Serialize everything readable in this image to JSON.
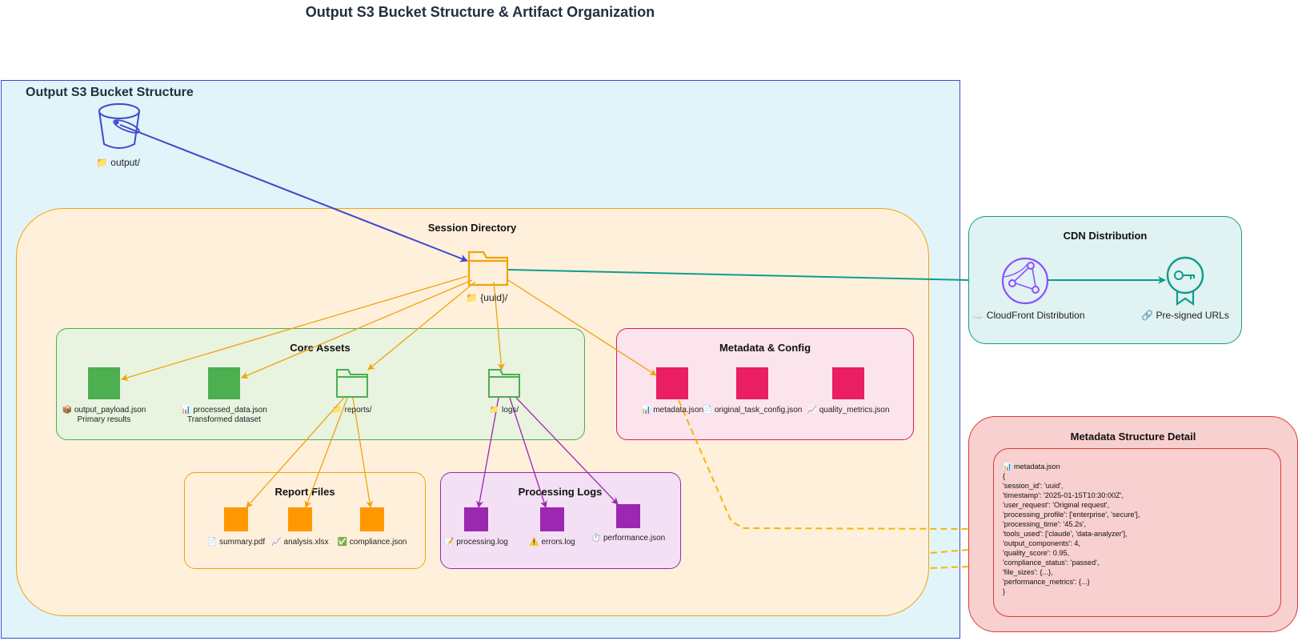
{
  "title": "Output S3 Bucket Structure & Artifact Organization",
  "bucket": {
    "title": "Output S3 Bucket Structure",
    "root_label": "📁 output/"
  },
  "session": {
    "title": "Session Directory",
    "uuid_label": "📁 {uuid}/"
  },
  "core_assets": {
    "title": "Core Assets",
    "payload_label": "📦 output_payload.json",
    "payload_desc": "Primary results",
    "processed_label": "📊 processed_data.json",
    "processed_desc": "Transformed dataset",
    "reports_label": "📁 reports/",
    "logs_label": "📁 logs/"
  },
  "metadata_config": {
    "title": "Metadata & Config",
    "metadata_label": "📊 metadata.json",
    "task_config_label": "📄 original_task_config.json",
    "quality_label": "📈 quality_metrics.json"
  },
  "report_files": {
    "title": "Report Files",
    "summary_label": "📄 summary.pdf",
    "analysis_label": "📈 analysis.xlsx",
    "compliance_label": "✅ compliance.json"
  },
  "processing_logs": {
    "title": "Processing Logs",
    "processing_label": "📝 processing.log",
    "errors_label": "⚠️ errors.log",
    "performance_label": "⏱️ performance.json"
  },
  "cdn": {
    "title": "CDN Distribution",
    "cloudfront_label": "☁️ CloudFront Distribution",
    "presigned_label": "🔗 Pre-signed URLs"
  },
  "metadata_detail": {
    "title": "Metadata Structure Detail",
    "lines": [
      "📊 metadata.json",
      "{",
      "'session_id': 'uuid',",
      "'timestamp': '2025-01-15T10:30:00Z',",
      "'user_request': 'Original request',",
      "'processing_profile': ['enterprise', 'secure'],",
      "'processing_time': '45.2s',",
      "'tools_used': ['claude', 'data-analyzer'],",
      "'output_components': 4,",
      "'quality_score': 0.95,",
      "'compliance_status': 'passed',",
      "'file_sizes': {...},",
      "'performance_metrics': {...}",
      "}"
    ]
  },
  "colors": {
    "bucket_border": "#3F48CC",
    "session_border": "#F0A30A",
    "core_green": "#4CAF50",
    "meta_pink": "#E91E63",
    "report_orange": "#FF9800",
    "log_purple": "#9C27B0",
    "cdn_teal": "#0F9D8A",
    "cloudfront_purple": "#8C4FFF",
    "detail_red": "#D93A3A",
    "dashed_yellow": "#F5B800"
  }
}
